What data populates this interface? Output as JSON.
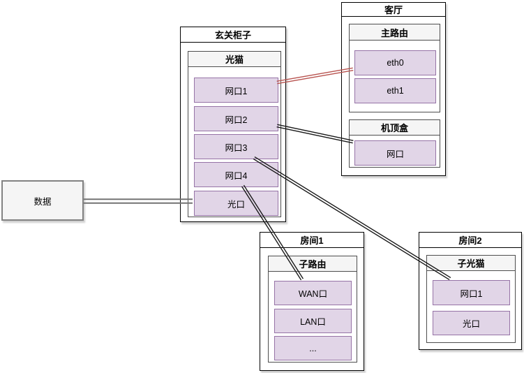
{
  "diagram": {
    "cabinet": {
      "title": "玄关柜子",
      "modem": {
        "title": "光猫",
        "ports": [
          "网口1",
          "网口2",
          "网口3",
          "网口4",
          "光口"
        ]
      }
    },
    "living_room": {
      "title": "客厅",
      "main_router": {
        "title": "主路由",
        "ports": [
          "eth0",
          "eth1"
        ]
      },
      "set_top_box": {
        "title": "机顶盒",
        "ports": [
          "网口"
        ]
      }
    },
    "data_box": {
      "label": "数据"
    },
    "room1": {
      "title": "房间1",
      "sub_router": {
        "title": "子路由",
        "ports": [
          "WAN口",
          "LAN口",
          "..."
        ]
      }
    },
    "room2": {
      "title": "房间2",
      "sub_modem": {
        "title": "子光猫",
        "ports": [
          "网口1",
          "光口"
        ]
      }
    },
    "edges": [
      {
        "id": "modem-port1-to-eth0",
        "from": "玄关柜子.光猫.网口1",
        "to": "客厅.主路由.eth0",
        "color": "#b85450"
      },
      {
        "id": "modem-port2-to-stb",
        "from": "玄关柜子.光猫.网口2",
        "to": "客厅.机顶盒.网口",
        "color": "#1a1a1a"
      },
      {
        "id": "modem-port3-to-room2",
        "from": "玄关柜子.光猫.网口3",
        "to": "房间2.子光猫.网口1",
        "color": "#1a1a1a"
      },
      {
        "id": "modem-port4-to-room1",
        "from": "玄关柜子.光猫.网口4",
        "to": "房间1.子路由.WAN口",
        "color": "#1a1a1a"
      },
      {
        "id": "data-to-optical",
        "from": "数据",
        "to": "玄关柜子.光猫.光口",
        "color": "#737373"
      }
    ],
    "colors": {
      "port_fill": "#e1d5e7",
      "port_border": "#9673a6",
      "header_fill": "#f5f5f5",
      "container_border": "#000000",
      "edge_default": "#1a1a1a",
      "edge_highlight": "#b85450",
      "edge_data": "#737373"
    }
  }
}
